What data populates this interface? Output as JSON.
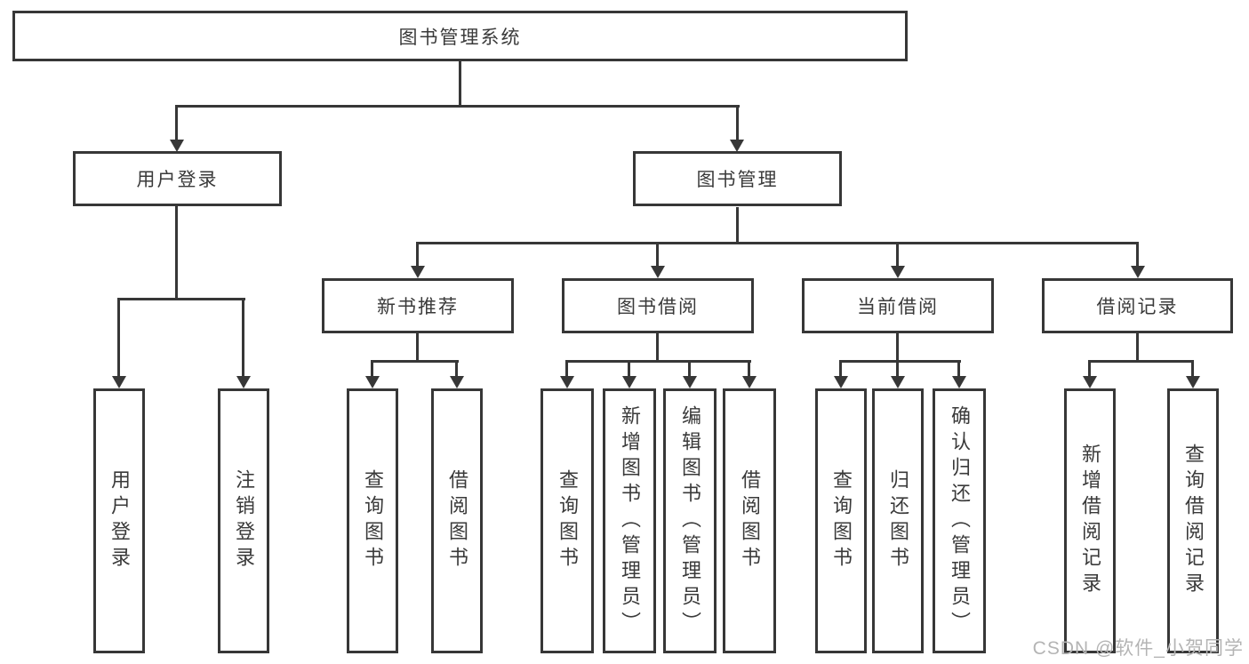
{
  "diagram": {
    "root": {
      "label": "图书管理系统"
    },
    "branches": [
      {
        "label": "用户登录",
        "children": [
          {
            "label": "用户登录"
          },
          {
            "label": "注销登录"
          }
        ]
      },
      {
        "label": "图书管理",
        "children": [
          {
            "label": "新书推荐",
            "children": [
              {
                "label": "查询图书"
              },
              {
                "label": "借阅图书"
              }
            ]
          },
          {
            "label": "图书借阅",
            "children": [
              {
                "label": "查询图书"
              },
              {
                "label": "新增图书（管理员）"
              },
              {
                "label": "编辑图书（管理员）"
              },
              {
                "label": "借阅图书"
              }
            ]
          },
          {
            "label": "当前借阅",
            "children": [
              {
                "label": "查询图书"
              },
              {
                "label": "归还图书"
              },
              {
                "label": "确认归还（管理员）"
              }
            ]
          },
          {
            "label": "借阅记录",
            "children": [
              {
                "label": "新增借阅记录"
              },
              {
                "label": "查询借阅记录"
              }
            ]
          }
        ]
      }
    ]
  },
  "watermark": {
    "text": "CSDN @软件_小贺同学"
  },
  "colors": {
    "line": "#373737",
    "text": "#3a3a3a",
    "watermark": "#b4b4b4",
    "background": "#ffffff"
  }
}
